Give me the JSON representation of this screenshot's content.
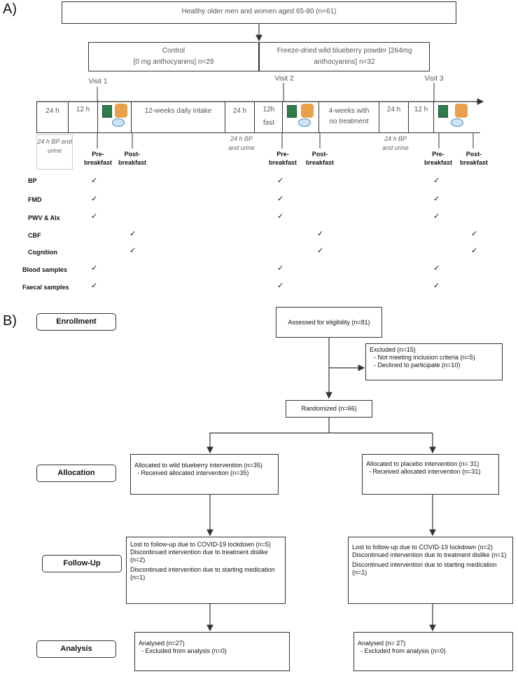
{
  "panel_a": {
    "label": "A)",
    "top_box": "Healthy older men and women aged 65-80 (n=61)",
    "control_line1": "Control",
    "control_line2": "[0 mg anthocyanins] n=29",
    "blueberry_line1": "Freeze-dried wild blueberry powder [264mg",
    "blueberry_line2": "anthocyanins] n=32",
    "visits": [
      "Visit 1",
      "Visit 2",
      "Visit 3"
    ],
    "segments": [
      "24 h",
      "12 h",
      "12-weeks daily intake",
      "24 h",
      "12h",
      "fast",
      "4-weeks with no treatment",
      "24 h",
      "12 h"
    ],
    "under_24h": "24 h BP and urine",
    "pre": "Pre-breakfast",
    "post": "Post-breakfast",
    "measures": [
      "BP",
      "FMD",
      "PWV & AIx",
      "CBF",
      "Cognition",
      "Blood samples",
      "Faecal samples"
    ],
    "checkmark": "✓"
  },
  "panel_b": {
    "label": "B)",
    "stages": [
      "Enrollment",
      "Allocation",
      "Follow-Up",
      "Analysis"
    ],
    "assessed": "Assessed for eligibility (n=81)",
    "excluded": "Excluded (n=15)",
    "excluded_items": [
      "Not meeting inclusion criteria (n=5)",
      "Declined to participate (n=10)"
    ],
    "randomized": "Randomized (n=66)",
    "alloc_left": "Allocated to wild blueberry intervention (n=35)",
    "alloc_left_sub": "Received allocated intervention (n=35)",
    "alloc_right": "Allocated to placebo intervention (n= 31)",
    "alloc_right_sub": "Received allocated intervention (n=31)",
    "follow_left": [
      "Lost to follow-up due to COVID-19 lockdown (n=5)",
      "Discontinued intervention due to treatment dislike (n=2)",
      "Discontinued intervention due to starting medication (n=1)"
    ],
    "follow_right": [
      "Lost to follow-up due to COVID-19 lockdown (n=2)",
      "Discontinued intervention due to treatment dislike (n=1)",
      "Discontinued intervention due to starting medication (n=1)"
    ],
    "analysis_left": "Analysed (n=27)",
    "analysis_left_sub": "Excluded from analysis (n=0)",
    "analysis_right": "Analysed (n= 27)",
    "analysis_right_sub": "Excluded from analysis (n=0)"
  },
  "colors": {
    "line": "#333333",
    "grey_text": "#555555",
    "milk_blue": "#4a8fc9",
    "pack_green": "#2f7d4a",
    "toast": "#e8a14a"
  }
}
